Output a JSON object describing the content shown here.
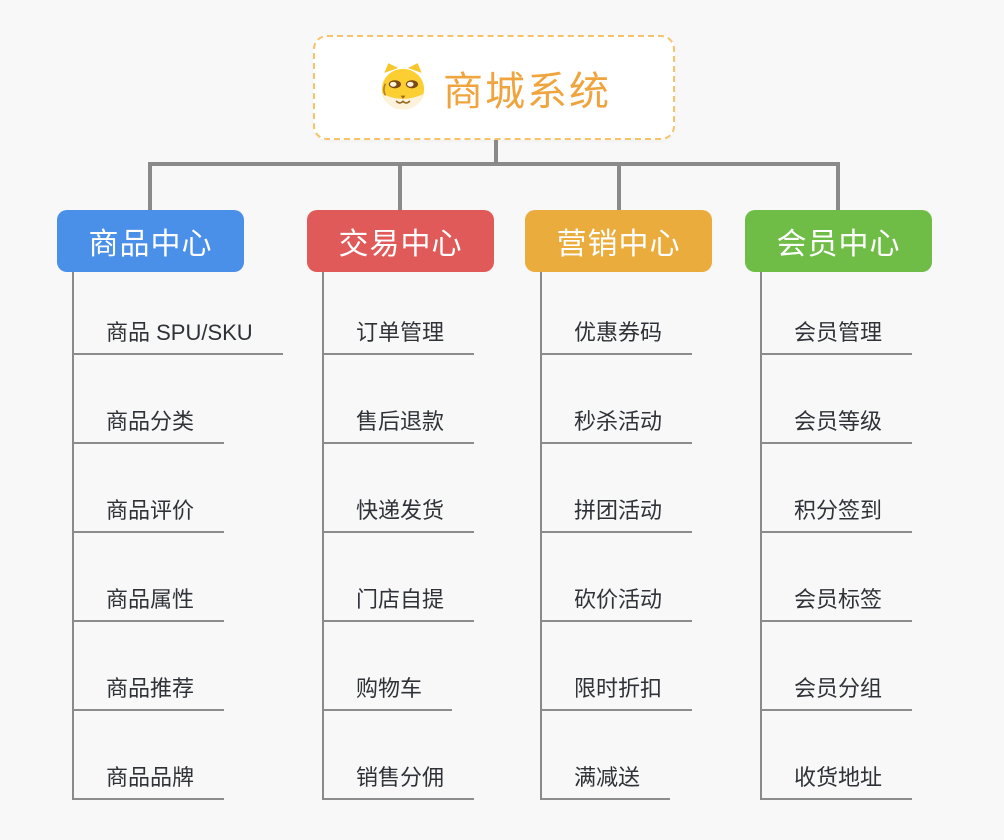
{
  "root": {
    "title": "商城系统",
    "icon": "dog-face-icon",
    "title_color": "#f0a43e",
    "border_color": "#f6c36a"
  },
  "colors": {
    "page_background": "#f8f8f8",
    "connector": "#8a8a8a",
    "item_text": "#2f3237"
  },
  "branches": [
    {
      "label": "商品中心",
      "color": "#4a8fe8",
      "children": [
        "商品 SPU/SKU",
        "商品分类",
        "商品评价",
        "商品属性",
        "商品推荐",
        "商品品牌"
      ]
    },
    {
      "label": "交易中心",
      "color": "#e15a5a",
      "children": [
        "订单管理",
        "售后退款",
        "快递发货",
        "门店自提",
        "购物车",
        "销售分佣"
      ]
    },
    {
      "label": "营销中心",
      "color": "#e9ac3d",
      "children": [
        "优惠券码",
        "秒杀活动",
        "拼团活动",
        "砍价活动",
        "限时折扣",
        "满减送"
      ]
    },
    {
      "label": "会员中心",
      "color": "#6fbd47",
      "children": [
        "会员管理",
        "会员等级",
        "积分签到",
        "会员标签",
        "会员分组",
        "收货地址"
      ]
    }
  ]
}
